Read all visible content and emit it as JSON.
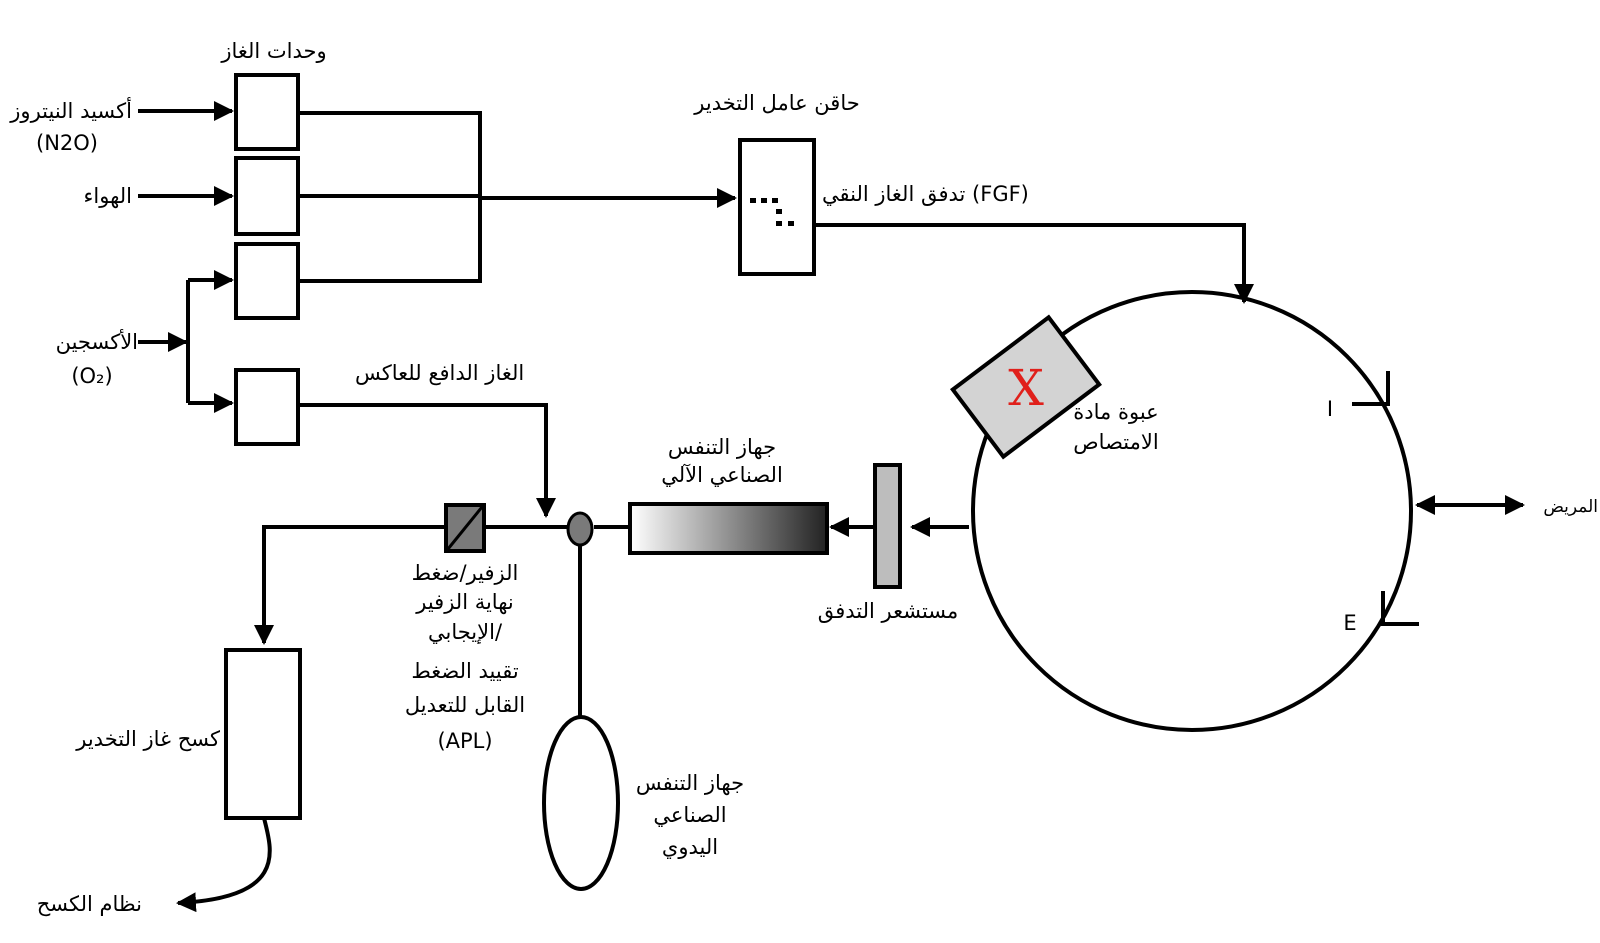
{
  "labels": {
    "gas_units": "وحدات الغاز",
    "nitrous_oxide": "أكسيد النيتروز",
    "nitrous_oxide_formula": "(N2O)",
    "air": "الهواء",
    "oxygen": "الأكسجين",
    "oxygen_formula": "(O₂)",
    "vaporizer": "حاقن عامل التخدير",
    "fresh_gas_flow": "تدفق الغاز النقي (FGF)",
    "bellows_drive_gas": "الغاز الدافع للعاكس",
    "ventilator_line1": "جهاز التنفس",
    "ventilator_line2": "الصناعي الآلي",
    "absorber_line1": "عبوة مادة",
    "absorber_line2": "الامتصاص",
    "absorber_mark": "X",
    "inspiratory_valve": "I",
    "expiratory_valve": "E",
    "patient": "المريض",
    "flow_sensor": "مستشعر التدفق",
    "apl_line1": "الزفير/ضغط",
    "apl_line2": "نهاية الزفير",
    "apl_line3": "الإيجابي/",
    "apl_line4": "تقييد الضغط",
    "apl_line5": "القابل للتعديل",
    "apl_line6": "(APL)",
    "scavenger": "كسح غاز التخدير",
    "scavenging_system": "نظام الكسح",
    "manual_bag_line1": "جهاز التنفس",
    "manual_bag_line2": "الصناعي",
    "manual_bag_line3": "اليدوي"
  },
  "colors": {
    "line": "#000000",
    "absorber_fill": "#d3d3d3",
    "flow_sensor_fill": "#bdbdbd",
    "valve_fill": "#7a7a7a",
    "absorber_mark": "#e0201b"
  }
}
